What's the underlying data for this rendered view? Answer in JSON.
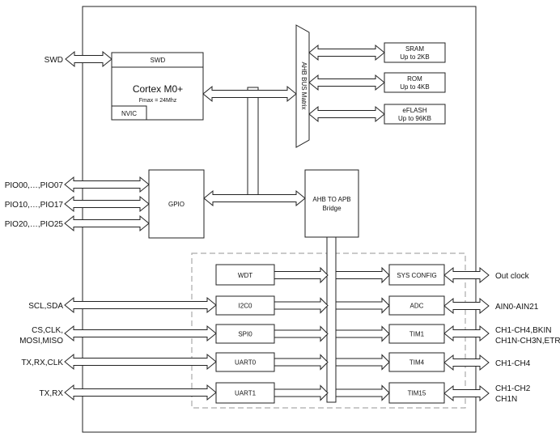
{
  "blocks": {
    "swd": "SWD",
    "cpu_title": "Cortex M0+",
    "cpu_freq": "Fmax = 24Mhz",
    "nvic": "NVIC",
    "bus_matrix": "AHB BUS Matrix",
    "sram": [
      "SRAM",
      "Up to 2KB"
    ],
    "rom": [
      "ROM",
      "Up to 4KB"
    ],
    "eflash": [
      "eFLASH",
      "Up to 96KB"
    ],
    "gpio": "GPIO",
    "bridge": [
      "AHB TO APB",
      "Bridge"
    ],
    "wdt": "WDT",
    "i2c0": "I2C0",
    "spi0": "SPI0",
    "uart0": "UART0",
    "uart1": "UART1",
    "sys_config": "SYS CONFIG",
    "adc": "ADC",
    "tim1": "TIM1",
    "tim4": "TIM4",
    "tim15": "TIM15"
  },
  "pins": {
    "swd": "SWD",
    "pio0": "PIO00,…,PIO07",
    "pio1": "PIO10,…,PIO17",
    "pio2": "PIO20,…,PIO25",
    "i2c": "SCL,SDA",
    "spi": [
      "CS,CLK,",
      "MOSI,MISO"
    ],
    "uart0": "TX,RX,CLK",
    "uart1": "TX,RX",
    "clock": "Out clock",
    "adc": "AIN0-AIN21",
    "tim1": [
      "CH1-CH4,BKIN",
      "CH1N-CH3N,ETR"
    ],
    "tim4": "CH1-CH4",
    "tim15": [
      "CH1-CH2",
      "CH1N"
    ]
  }
}
